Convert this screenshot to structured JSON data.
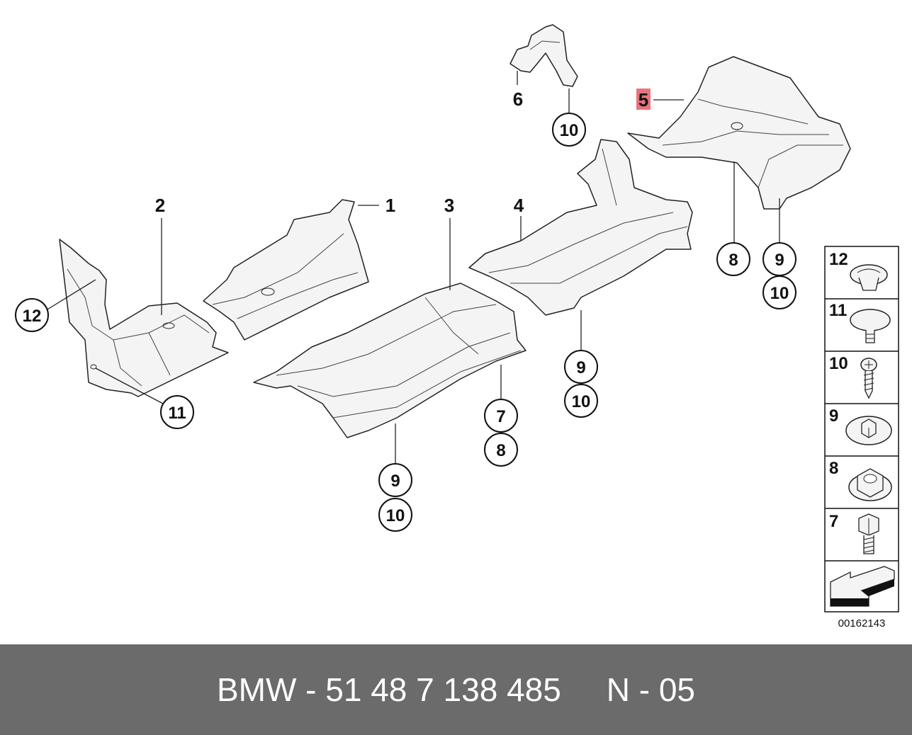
{
  "callouts": [
    "1",
    "2",
    "3",
    "4",
    "5",
    "6"
  ],
  "bubbles": {
    "b12_left": "12",
    "b11_left": "11",
    "b10_top": "10",
    "b8_right": "8",
    "b9_right": "9",
    "b10_right": "10",
    "b9_mid": "9",
    "b10_mid": "10",
    "b7_mid": "7",
    "b8_mid": "8",
    "b9_low": "9",
    "b10_low": "10"
  },
  "legend": [
    "12",
    "11",
    "10",
    "9",
    "8",
    "7"
  ],
  "highlight_color": "#e8737a",
  "catalog_number": "00162143",
  "footer": {
    "part": "BMW - 51 48 7 138 485",
    "ref": "N - 05"
  }
}
